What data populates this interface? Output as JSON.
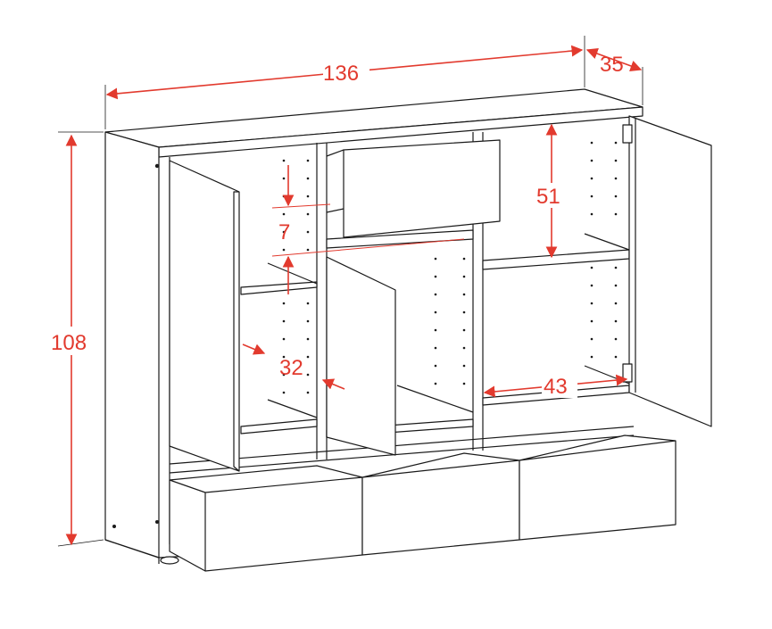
{
  "diagram": {
    "dimensions": {
      "width": "136",
      "depth": "35",
      "height": "108",
      "top_gap": "51",
      "small_gap": "7",
      "side_depth": "32",
      "inner_width": "43"
    },
    "colors": {
      "dimension_line": "#e23a2e",
      "outline": "#1a1a1a",
      "door_fill": "#ffffff"
    }
  }
}
